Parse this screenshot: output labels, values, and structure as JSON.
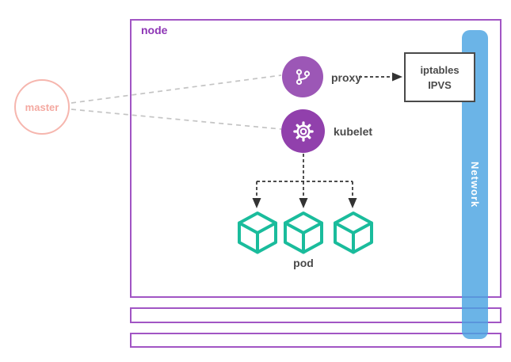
{
  "diagram": {
    "node": {
      "label": "node"
    },
    "master": {
      "label": "master"
    },
    "proxy": {
      "label": "proxy",
      "icon": "git-branch-icon"
    },
    "kubelet": {
      "label": "kubelet",
      "icon": "gear-icon"
    },
    "iptables": {
      "line1": "iptables",
      "line2": "IPVS"
    },
    "pods": {
      "label": "pod",
      "count": 3,
      "icon": "cube-icon"
    },
    "network": {
      "label": "Network"
    },
    "colors": {
      "node_border_purple": "#a155c4",
      "node_label_purple": "#8d35b5",
      "proxy_circle_purple": "#9c57b6",
      "kubelet_circle_purple": "#9140ac",
      "pod_teal": "#1abc9c",
      "network_blue": "#6fb5e8",
      "master_pink": "#f5b3ac",
      "text_dark_gray": "#4a4a4a",
      "connector_light_gray": "#c4c4c4",
      "connector_dark": "#333333"
    }
  }
}
